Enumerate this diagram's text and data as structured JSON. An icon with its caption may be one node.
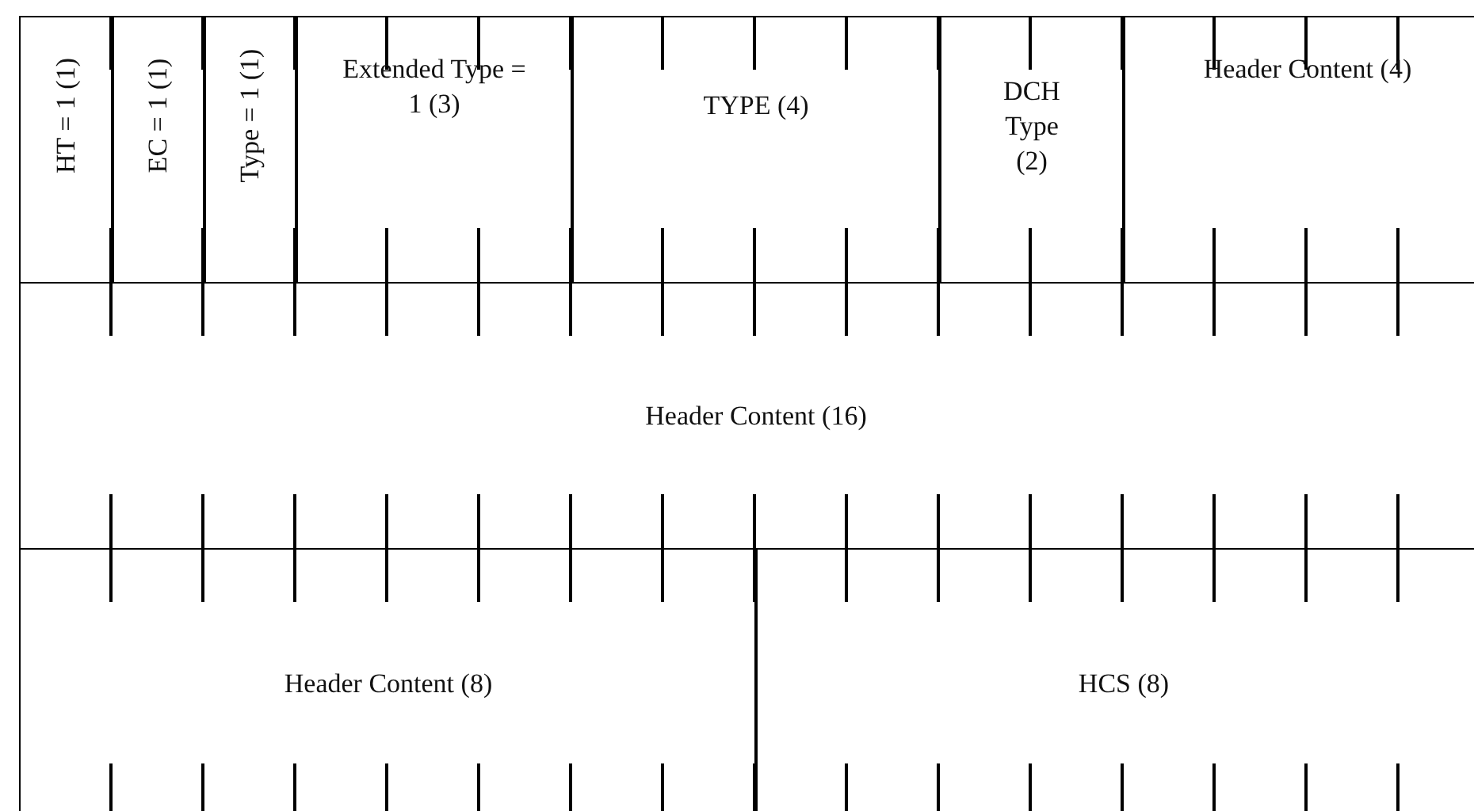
{
  "diagram": {
    "nodes": [
      {
        "text": [
          "HT = 1 (1)"
        ]
      },
      {
        "text": [
          "EC = 1 (1)"
        ]
      },
      {
        "text": [
          "Type = 1 (1)"
        ]
      },
      {
        "text": [
          "Extended Type = 1 (3)"
        ]
      },
      {
        "text": [
          "TYPE (4)"
        ]
      },
      {
        "text": [
          "DCH Type (2)"
        ]
      },
      {
        "text": [
          "Header Content (4)"
        ]
      },
      {
        "text": [
          "Header Content (16)"
        ]
      },
      {
        "text": [
          "Header Content (8)"
        ]
      },
      {
        "text": [
          "HCS (8)"
        ]
      }
    ]
  }
}
